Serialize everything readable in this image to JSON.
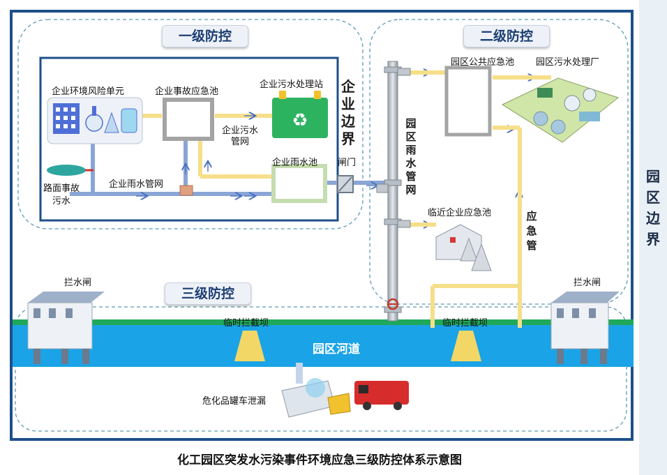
{
  "caption": "化工园区突发水污染事件环境应急三级防控体系示意图",
  "park_boundary": "园\n区\n边\n界",
  "levels": {
    "level1": "一级防控",
    "level2": "二级防控",
    "level3": "三级防控"
  },
  "level1": {
    "risk_unit": "企业环境风险单元",
    "accident_pool": "企业事故应急池",
    "wastewater_station": "企业污水处理站",
    "sewage_network": "企业污水\n管网",
    "rain_pool": "企业雨水池",
    "rain_network": "企业雨水管网",
    "road_accident_water": "路面事故\n污水",
    "enterprise_boundary": "企\n业\n边\n界",
    "gate": "闸门"
  },
  "level2": {
    "public_pool": "园区公共应急池",
    "treatment_plant": "园区污水处理厂",
    "rain_network": "园\n区\n雨\n水\n管\n网",
    "nearby_pool": "临近企业应急池",
    "emergency_pipe": "应\n急\n管"
  },
  "level3": {
    "sluice_left": "拦水闸",
    "sluice_right": "拦水闸",
    "dam_left": "临时拦截坝",
    "dam_right": "临时拦截坝",
    "river": "园区河道",
    "tanker_leak": "危化品罐车泄漏"
  },
  "colors": {
    "frame": "#1f4f8a",
    "river": "#1aa3e6",
    "pipe_yellow": "#f6df8a",
    "pipe_blue": "#8aa6d6",
    "dam": "#f3d766",
    "dashed": "#5a9ab0"
  }
}
